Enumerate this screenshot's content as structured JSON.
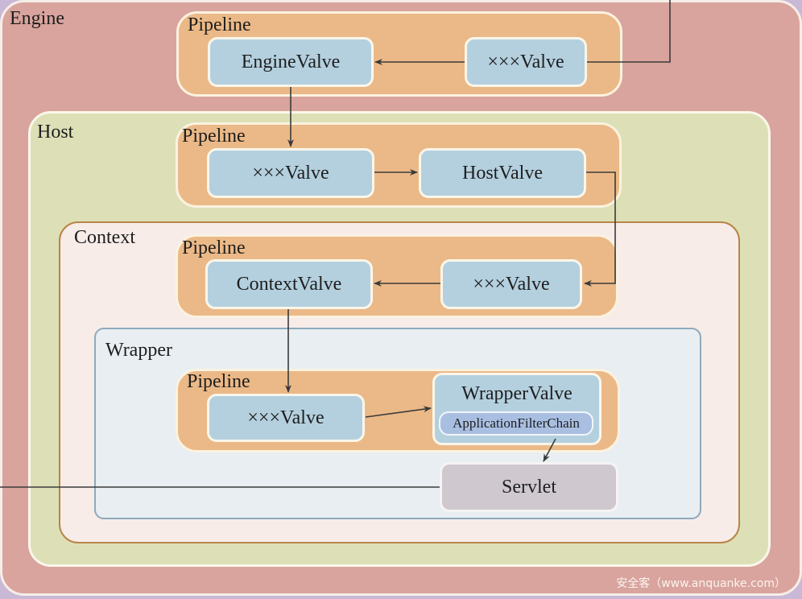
{
  "diagram": {
    "engine": {
      "title": "Engine",
      "pipeline": {
        "title": "Pipeline",
        "valves": [
          "EngineValve",
          "×××Valve"
        ]
      }
    },
    "host": {
      "title": "Host",
      "pipeline": {
        "title": "Pipeline",
        "valves": [
          "×××Valve",
          "HostValve"
        ]
      }
    },
    "context": {
      "title": "Context",
      "pipeline": {
        "title": "Pipeline",
        "valves": [
          "ContextValve",
          "×××Valve"
        ]
      }
    },
    "wrapper": {
      "title": "Wrapper",
      "pipeline": {
        "title": "Pipeline",
        "valves": [
          "×××Valve",
          "WrapperValve"
        ],
        "filter_chain": "ApplicationFilterChain"
      },
      "servlet": "Servlet"
    },
    "flow": [
      "incoming request → ×××Valve (Engine)",
      "×××Valve (Engine) → EngineValve",
      "EngineValve → ×××Valve (Host)",
      "×××Valve (Host) → HostValve",
      "HostValve → ×××Valve (Context)",
      "×××Valve (Context) → ContextValve",
      "ContextValve → ×××Valve (Wrapper)",
      "×××Valve (Wrapper) → WrapperValve",
      "ApplicationFilterChain → Servlet",
      "Servlet → response (exits left)"
    ],
    "colors": {
      "engine": "#d9a49d",
      "host": "#dde0b6",
      "context": "#f7ece8",
      "wrapper": "#e8eef1",
      "pipeline": "#ebb987",
      "valve": "#b4d0df",
      "filter_chain": "#a9bfe2",
      "servlet": "#cfc9cf",
      "arrow": "#3a3a3a"
    }
  },
  "watermark": "安全客（www.anquanke.com）"
}
